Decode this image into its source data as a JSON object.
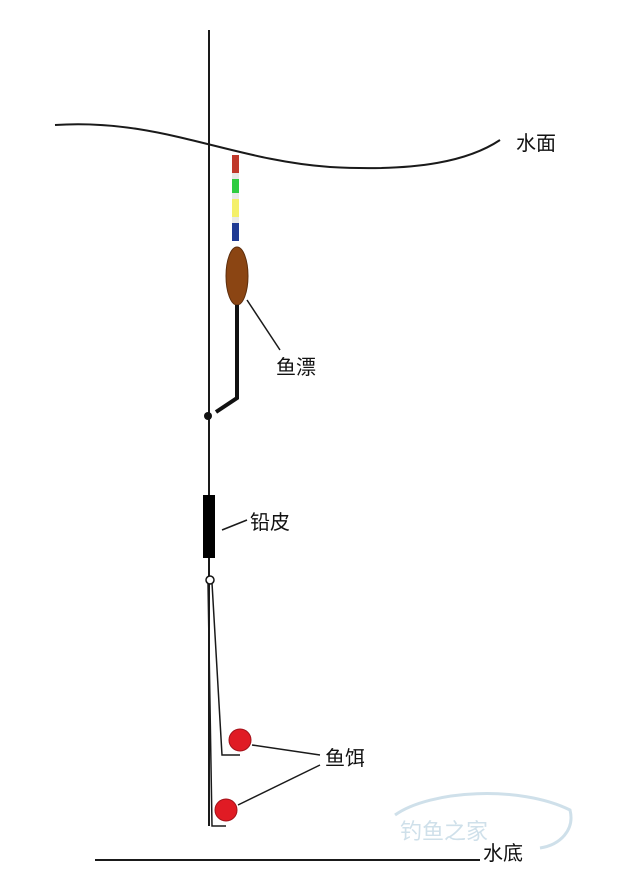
{
  "labels": {
    "water_surface": "水面",
    "float": "鱼漂",
    "sinker": "铅皮",
    "bait": "鱼饵",
    "bottom": "水底"
  },
  "watermark": {
    "text": "钓鱼之家"
  },
  "colors": {
    "line": "#1a1a1a",
    "float_body": "#8b4513",
    "float_tip_red": "#c0392b",
    "float_tip_green": "#2ecc40",
    "float_tip_yellow": "#f4f06a",
    "float_tip_blue": "#1f3a93",
    "bait": "#e01b24",
    "sinker": "#000000",
    "watermark": "#cfe0ea"
  }
}
